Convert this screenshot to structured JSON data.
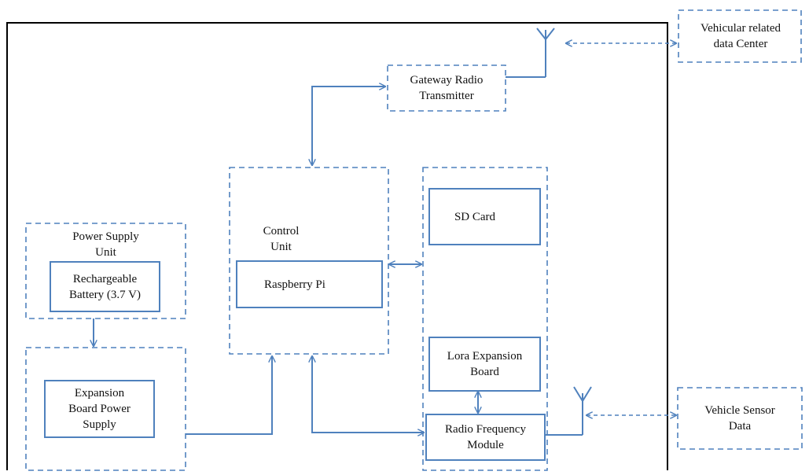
{
  "diagram": {
    "colors": {
      "line": "#4f81bd",
      "frame": "#000000",
      "text": "#111111",
      "background": "#ffffff"
    },
    "labels": {
      "vehicular_data_center": "Vehicular related\ndata  Center",
      "gateway_radio_transmitter": "Gateway Radio\nTransmitter",
      "control_unit": "Control\nUnit",
      "raspberry_pi": "Raspberry  Pi",
      "sd_card": "SD Card",
      "power_supply_unit": "Power Supply\nUnit",
      "rechargeable_battery": "Rechargeable\nBattery (3.7 V)",
      "expansion_board_power_supply": "Expansion\nBoard Power\nSupply",
      "lora_expansion_board": "Lora Expansion\nBoard",
      "radio_frequency_module": "Radio Frequency\nModule",
      "vehicle_sensor_data": "Vehicle Sensor\nData"
    }
  }
}
